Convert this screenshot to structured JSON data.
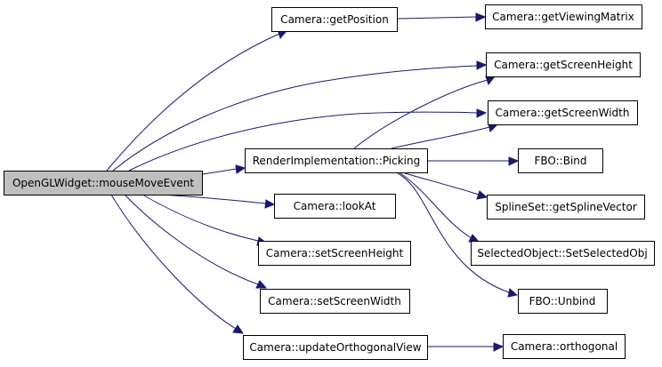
{
  "graph": {
    "colors": {
      "edge": "#191970",
      "root_fill": "#bfbfbf",
      "node_fill": "#ffffff",
      "node_border": "#000000"
    },
    "nodes": {
      "root": "OpenGLWidget::mouseMoveEvent",
      "get_position": "Camera::getPosition",
      "get_viewing_matrix": "Camera::getViewingMatrix",
      "get_screen_height": "Camera::getScreenHeight",
      "get_screen_width": "Camera::getScreenWidth",
      "picking": "RenderImplementation::Picking",
      "fbo_bind": "FBO::Bind",
      "look_at": "Camera::lookAt",
      "get_spline_vector": "SplineSet::getSplineVector",
      "set_screen_height": "Camera::setScreenHeight",
      "set_selected_obj": "SelectedObject::SetSelectedObj",
      "set_screen_width": "Camera::setScreenWidth",
      "fbo_unbind": "FBO::Unbind",
      "update_orthogonal_view": "Camera::updateOrthogonalView",
      "orthogonal": "Camera::orthogonal"
    }
  }
}
